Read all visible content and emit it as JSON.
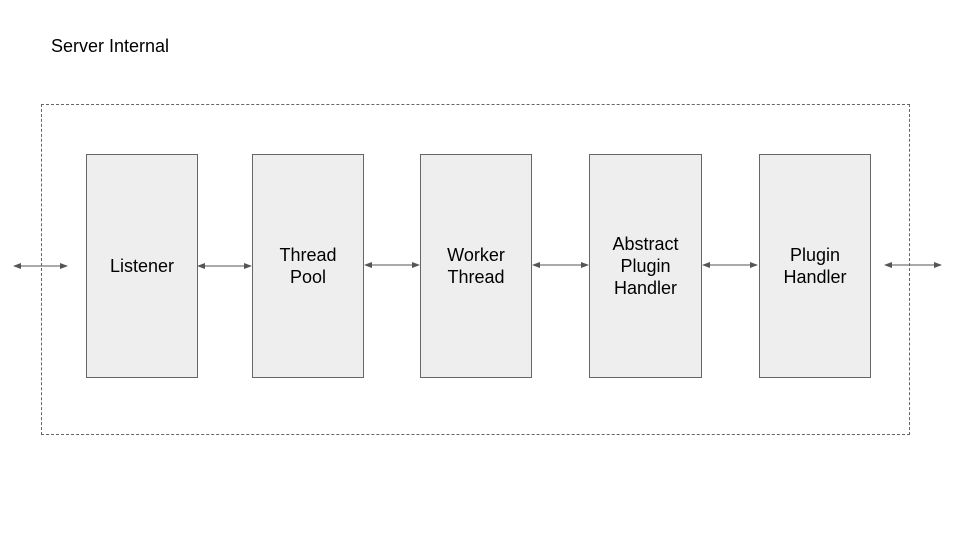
{
  "diagram": {
    "title": "Server Internal",
    "components": [
      {
        "id": "listener",
        "label": "Listener"
      },
      {
        "id": "thread-pool",
        "label": "Thread\nPool"
      },
      {
        "id": "worker-thread",
        "label": "Worker\nThread"
      },
      {
        "id": "abstract-plugin-handler",
        "label": "Abstract\nPlugin\nHandler"
      },
      {
        "id": "plugin-handler",
        "label": "Plugin\nHandler"
      }
    ],
    "connections": [
      {
        "from": "external-left",
        "to": "listener",
        "direction": "bidirectional"
      },
      {
        "from": "listener",
        "to": "thread-pool",
        "direction": "bidirectional"
      },
      {
        "from": "thread-pool",
        "to": "worker-thread",
        "direction": "bidirectional"
      },
      {
        "from": "worker-thread",
        "to": "abstract-plugin-handler",
        "direction": "bidirectional"
      },
      {
        "from": "abstract-plugin-handler",
        "to": "plugin-handler",
        "direction": "bidirectional"
      },
      {
        "from": "plugin-handler",
        "to": "external-right",
        "direction": "bidirectional"
      }
    ],
    "colors": {
      "box_fill": "#eeeeee",
      "box_border": "#666666",
      "arrow": "#555555"
    }
  }
}
